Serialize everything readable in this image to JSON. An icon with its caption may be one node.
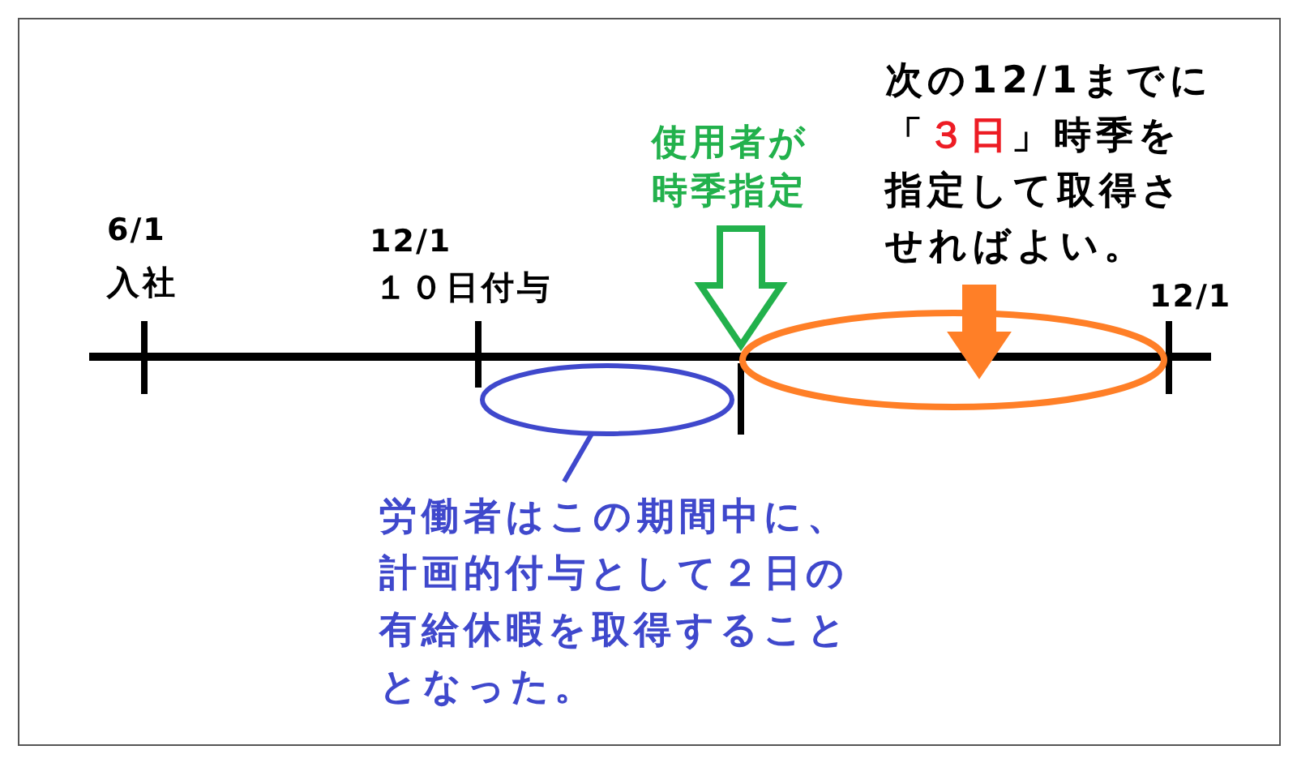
{
  "diagram": {
    "nodes": [
      {
        "text": [
          "使用者が時季指定"
        ]
      },
      {
        "text": [
          "次の12/1までに「**３日**」時季を指定して取得させればよい。"
        ]
      },
      {
        "text": [],
        "shape": "ellipse"
      },
      {
        "text": [],
        "shape": "ellipse"
      },
      {
        "text": [
          "労働者はこの期間中に、計画的付与として２日の有給休暇を取得することとなった。"
        ]
      }
    ],
    "edges": [
      {
        "from": 0,
        "to": null,
        "arrow": "to",
        "color": "#22b14c"
      },
      {
        "from": 1,
        "to": 2,
        "arrow": "to",
        "color": "#ff7f27"
      },
      {
        "from": 4,
        "to": 3,
        "arrow": "none",
        "color": "#3f48cc"
      }
    ],
    "labels": [
      "6/1",
      "入社",
      "12/1",
      "１０日付与",
      "12/1"
    ]
  }
}
